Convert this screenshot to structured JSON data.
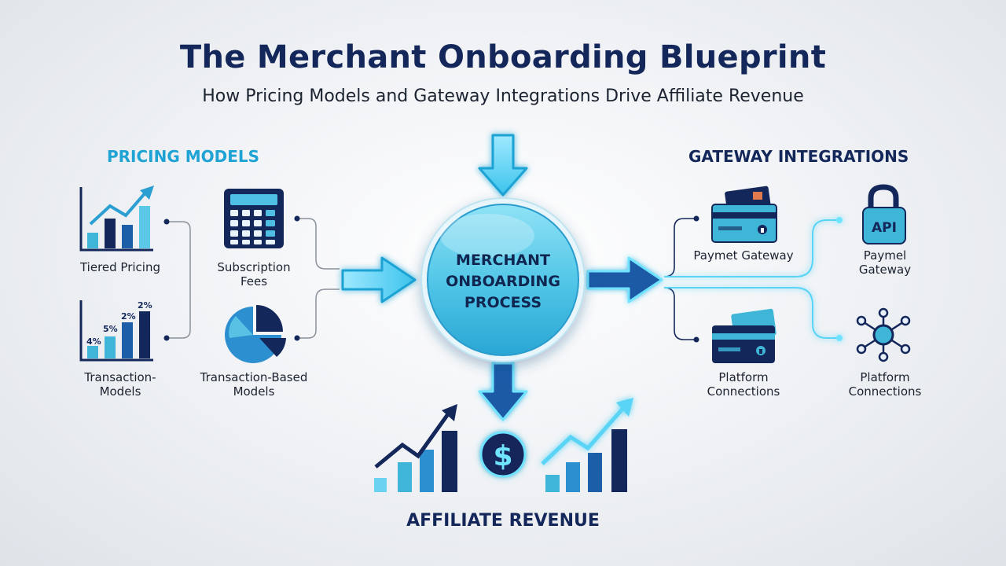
{
  "header": {
    "title": "The Merchant Onboarding Blueprint",
    "subtitle": "How Pricing Models and Gateway Integrations Drive Affiliate Revenue"
  },
  "pricing": {
    "heading": "PRICING MODELS",
    "items": [
      {
        "label_l1": "Tiered Pricing",
        "label_l2": "",
        "icon": "tiered-chart-icon"
      },
      {
        "label_l1": "Subscription",
        "label_l2": "Fees",
        "icon": "calculator-icon"
      },
      {
        "label_l1": "Transaction-",
        "label_l2": "Models",
        "icon": "percent-chart-icon"
      },
      {
        "label_l1": "Transaction-Based",
        "label_l2": "Models",
        "icon": "pie-chart-icon"
      }
    ],
    "chart_labels": [
      "4%",
      "5%",
      "2%",
      "2%"
    ]
  },
  "hub": {
    "line1": "MERCHANT",
    "line2": "ONBOARDING",
    "line3": "PROCESS"
  },
  "gateway": {
    "heading": "GATEWAY INTEGRATIONS",
    "items": [
      {
        "label_l1": "Paymet Gateway",
        "label_l2": "",
        "icon": "credit-card-icon"
      },
      {
        "label_l1": "Paymel",
        "label_l2": "Gateway",
        "icon": "api-lock-icon"
      },
      {
        "label_l1": "Platform",
        "label_l2": "Connections",
        "icon": "card-lock-icon"
      },
      {
        "label_l1": "Platform",
        "label_l2": "Connections",
        "icon": "network-hub-icon"
      }
    ],
    "api_text": "API"
  },
  "revenue": {
    "label": "AFFILIATE REVENUE",
    "dollar": "$"
  },
  "colors": {
    "navy": "#14275a",
    "blue": "#1d5ea8",
    "cyan": "#3fb6d8",
    "accent": "#20a5d6",
    "glow": "#6fe3ff"
  }
}
